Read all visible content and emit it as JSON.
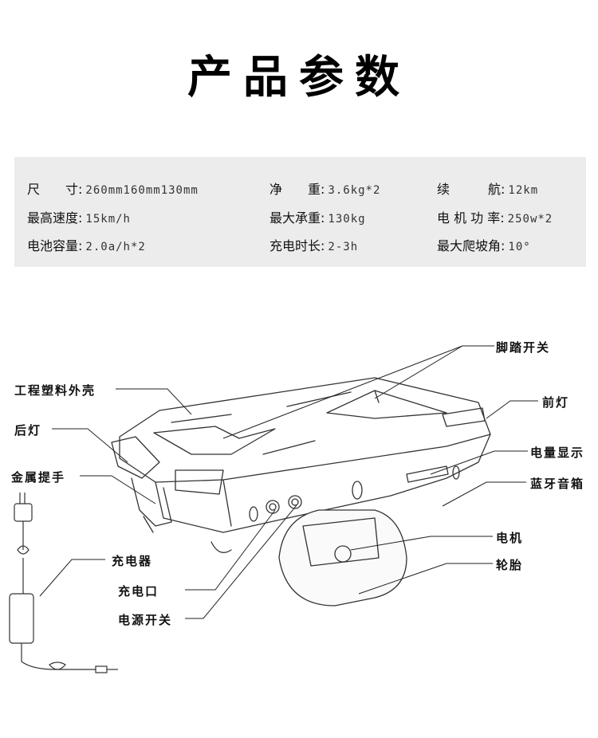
{
  "title": "产品参数",
  "specs": [
    {
      "label": "尺　　寸:",
      "value": "260mm160mm130mm"
    },
    {
      "label": "净　　重:",
      "value": "3.6kg*2"
    },
    {
      "label": "续　　　航:",
      "value": "12km"
    },
    {
      "label": "最高速度:",
      "value": "15km/h"
    },
    {
      "label": "最大承重:",
      "value": "130kg"
    },
    {
      "label": "电 机 功 率:",
      "value": "250w*2"
    },
    {
      "label": "电池容量:",
      "value": "2.0a/h*2"
    },
    {
      "label": "充电时长:",
      "value": "2-3h"
    },
    {
      "label": "最大爬坡角:",
      "value": "10°"
    }
  ],
  "callouts": {
    "pedal_switch": "脚踏开关",
    "shell": "工程塑料外壳",
    "headlight": "前灯",
    "taillight": "后灯",
    "battery_display": "电量显示",
    "handle": "金属提手",
    "speaker": "蓝牙音箱",
    "motor": "电机",
    "charger": "充电器",
    "tire": "轮胎",
    "charge_port": "充电口",
    "power_switch": "电源开关"
  }
}
